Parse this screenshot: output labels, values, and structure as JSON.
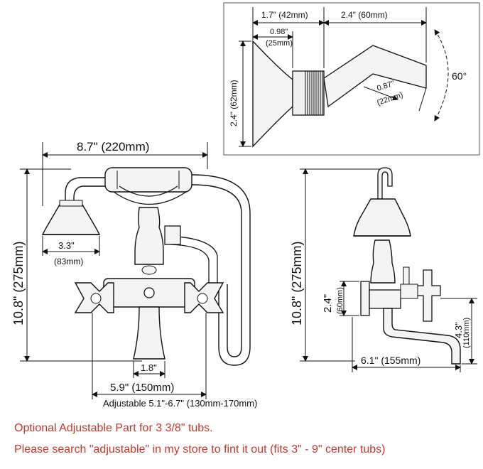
{
  "inset": {
    "dim_top_left": "1.7\" (42mm)",
    "dim_top_right": "2.4\" (60mm)",
    "dim_inner_1": "0.98\"",
    "dim_inner_2": "(25mm)",
    "dim_height": "2.4\" (62mm)",
    "dim_arm_1": "0.87\"",
    "dim_arm_2": "(22mm)",
    "angle": "60°"
  },
  "front": {
    "width": "8.7\" (220mm)",
    "height": "10.8\" (275mm)",
    "head_1": "3.3\"",
    "head_2": "(83mm)",
    "spout": "1.8\"",
    "center": "5.9\" (150mm)",
    "adjustable": "Adjustable 5.1\"-6.7\" (130mm-170mm)"
  },
  "side": {
    "height": "10.8\" (275mm)",
    "mount_1": "2.4\"",
    "mount_2": "(60mm)",
    "drop_1": "4.3\"",
    "drop_2": "(110mm)",
    "reach": "6.1\" (155mm)"
  },
  "notes": {
    "line1": "Optional Adjustable Part for 3 3/8\" tubs.",
    "line2": "Please search \"adjustable\" in my store to fint it out (fits 3\" - 9\" center tubs)"
  }
}
